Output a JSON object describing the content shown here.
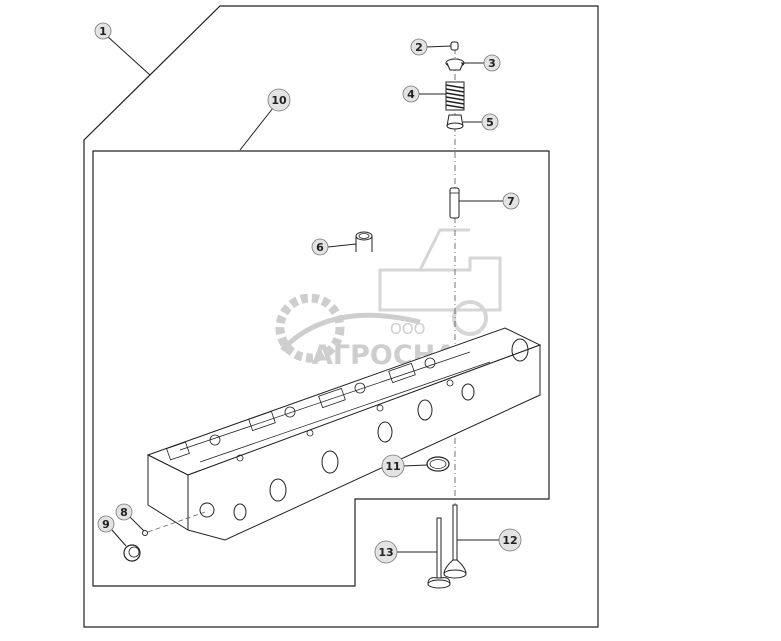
{
  "callouts": [
    {
      "id": "1",
      "label": "1"
    },
    {
      "id": "2",
      "label": "2"
    },
    {
      "id": "3",
      "label": "3"
    },
    {
      "id": "4",
      "label": "4"
    },
    {
      "id": "5",
      "label": "5"
    },
    {
      "id": "6",
      "label": "6"
    },
    {
      "id": "7",
      "label": "7"
    },
    {
      "id": "8",
      "label": "8"
    },
    {
      "id": "9",
      "label": "9"
    },
    {
      "id": "10",
      "label": "10"
    },
    {
      "id": "11",
      "label": "11"
    },
    {
      "id": "12",
      "label": "12"
    },
    {
      "id": "13",
      "label": "13"
    }
  ],
  "watermark": {
    "company_prefix": "ООО",
    "company_name": "АГРОСНАБ"
  },
  "colors": {
    "line": "#222222",
    "callout_fill": "#e3e3e3",
    "watermark": "#c9c9c9"
  }
}
